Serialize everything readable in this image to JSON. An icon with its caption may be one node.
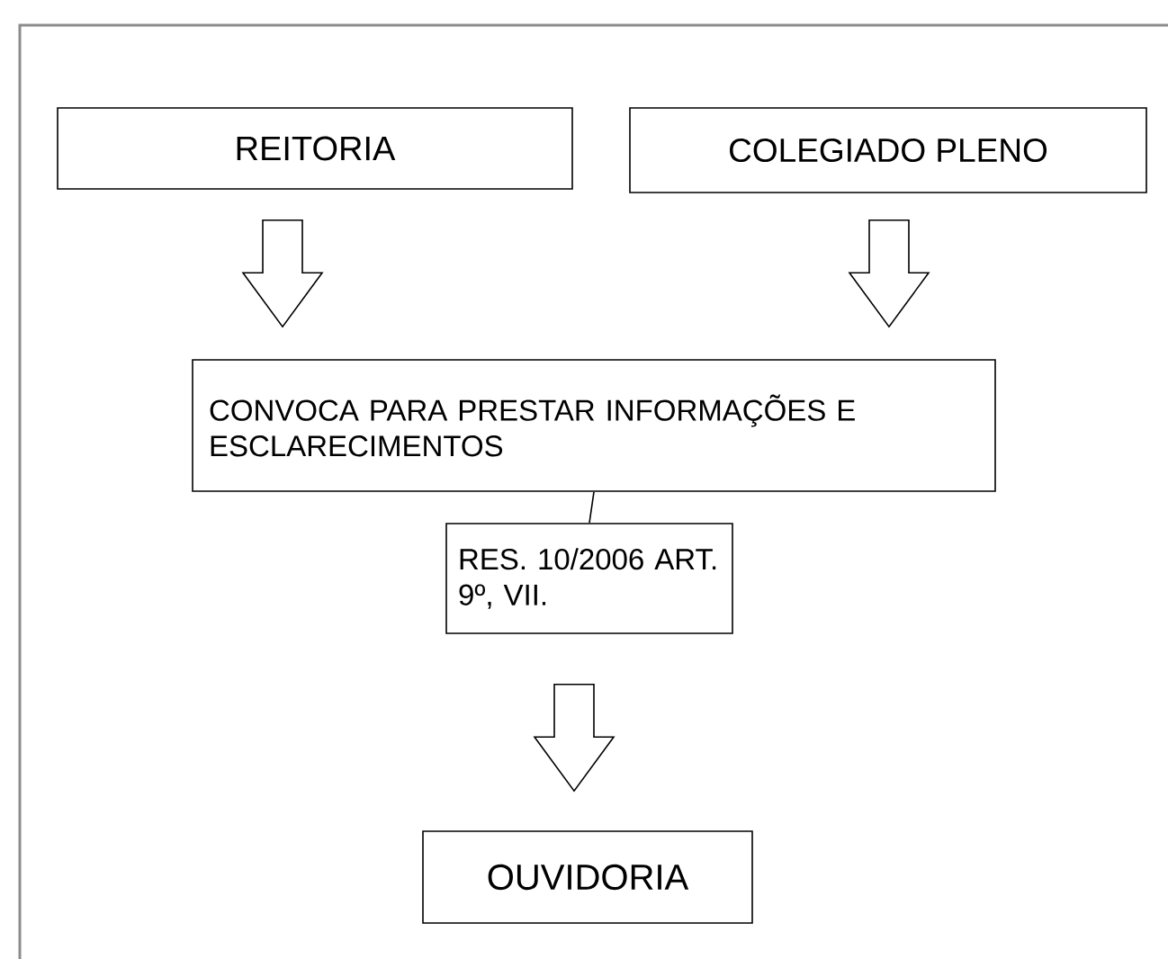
{
  "diagram": {
    "nodes": [
      {
        "text": [
          "REITORIA"
        ]
      },
      {
        "text": [
          "COLEGIADO PLENO"
        ]
      },
      {
        "text": [
          "CONVOCA PARA PRESTAR INFORMAÇÕES E ESCLARECIMENTOS"
        ]
      },
      {
        "text": [
          "RES. 10/2006 ART. 9º, VII."
        ]
      },
      {
        "text": [
          "OUVIDORIA"
        ]
      }
    ],
    "edges": [
      {
        "from": 0,
        "to": 2,
        "arrow": "to"
      },
      {
        "from": 1,
        "to": 2,
        "arrow": "to"
      },
      {
        "from": 2,
        "to": 3,
        "arrow": "none"
      },
      {
        "from": 3,
        "to": 4,
        "arrow": "to"
      }
    ]
  }
}
